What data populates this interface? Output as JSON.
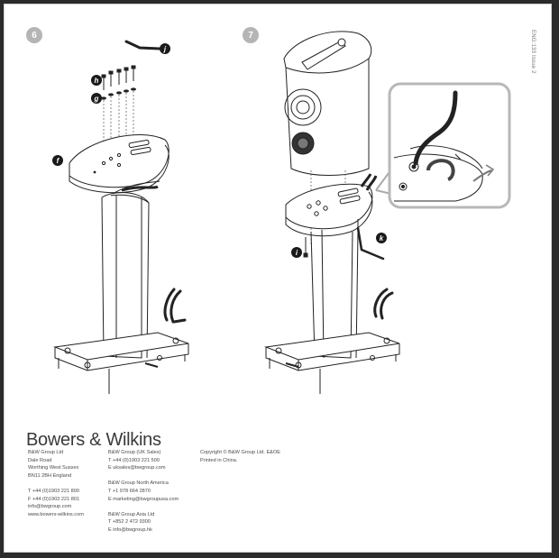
{
  "document": {
    "issue_code": "ENG:133 Issue 2",
    "steps": [
      "6",
      "7"
    ],
    "callouts": {
      "j": "j",
      "h": "h",
      "g": "g",
      "f": "f",
      "i": "i",
      "k": "k"
    }
  },
  "footer": {
    "brand": "Bowers & Wilkins",
    "uk_address": {
      "l1": "B&W Group Ltd",
      "l2": "Dale Road",
      "l3": "Worthing  West Sussex",
      "l4": "BN11 2BH  England",
      "l5": "T +44 (0)1903 221 800",
      "l6": "F +44 (0)1903 221 801",
      "l7": "info@bwgroup.com",
      "l8": "www.bowers-wilkins.com"
    },
    "sales": {
      "uk_title": "B&W Group (UK Sales)",
      "uk_tel": "T +44 (0)1903 221 500",
      "uk_email": "E uksales@bwgroup.com",
      "na_title": "B&W Group North America",
      "na_tel": "T +1 978 664 2870",
      "na_email": "E marketing@bwgroupusa.com",
      "asia_title": "B&W Group Asia Ltd",
      "asia_tel": "T +852 2 472 9300",
      "asia_email": "E info@bwgroup.hk"
    },
    "legal": {
      "copyright": "Copyright © B&W Group Ltd. E&OE",
      "printed": "Printed in China."
    }
  }
}
